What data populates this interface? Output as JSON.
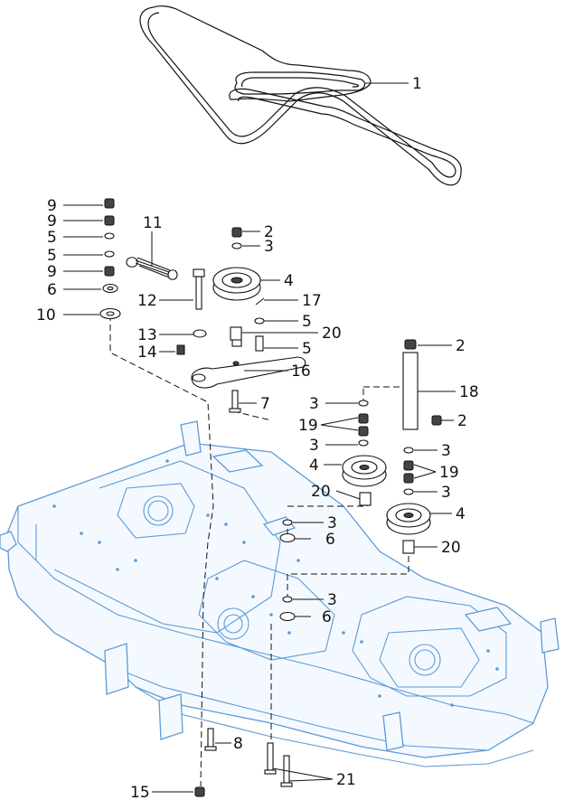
{
  "callouts": [
    {
      "id": "c1",
      "text": "1"
    },
    {
      "id": "c2a",
      "text": "2"
    },
    {
      "id": "c3a",
      "text": "3"
    },
    {
      "id": "c4a",
      "text": "4"
    },
    {
      "id": "c9a",
      "text": "9"
    },
    {
      "id": "c9b",
      "text": "9"
    },
    {
      "id": "c5a",
      "text": "5"
    },
    {
      "id": "c5b",
      "text": "5"
    },
    {
      "id": "c9c",
      "text": "9"
    },
    {
      "id": "c6a",
      "text": "6"
    },
    {
      "id": "c10",
      "text": "10"
    },
    {
      "id": "c11",
      "text": "11"
    },
    {
      "id": "c12",
      "text": "12"
    },
    {
      "id": "c17",
      "text": "17"
    },
    {
      "id": "c5c",
      "text": "5"
    },
    {
      "id": "c20a",
      "text": "20"
    },
    {
      "id": "c13",
      "text": "13"
    },
    {
      "id": "c14",
      "text": "14"
    },
    {
      "id": "c5d",
      "text": "5"
    },
    {
      "id": "c16",
      "text": "16"
    },
    {
      "id": "c7",
      "text": "7"
    },
    {
      "id": "c2b",
      "text": "2"
    },
    {
      "id": "c18",
      "text": "18"
    },
    {
      "id": "c3b",
      "text": "3"
    },
    {
      "id": "c19a",
      "text": "19"
    },
    {
      "id": "c3c",
      "text": "3"
    },
    {
      "id": "c2c",
      "text": "2"
    },
    {
      "id": "c3d",
      "text": "3"
    },
    {
      "id": "c4b",
      "text": "4"
    },
    {
      "id": "c19b",
      "text": "19"
    },
    {
      "id": "c20b",
      "text": "20"
    },
    {
      "id": "c3e",
      "text": "3"
    },
    {
      "id": "c3f",
      "text": "3"
    },
    {
      "id": "c4c",
      "text": "4"
    },
    {
      "id": "c6b",
      "text": "6"
    },
    {
      "id": "c20c",
      "text": "20"
    },
    {
      "id": "c3g",
      "text": "3"
    },
    {
      "id": "c6c",
      "text": "6"
    },
    {
      "id": "c8",
      "text": "8"
    },
    {
      "id": "c15",
      "text": "15"
    },
    {
      "id": "c21",
      "text": "21"
    }
  ],
  "colors": {
    "deck_line": "#5c9bd6",
    "ink": "#111111"
  }
}
